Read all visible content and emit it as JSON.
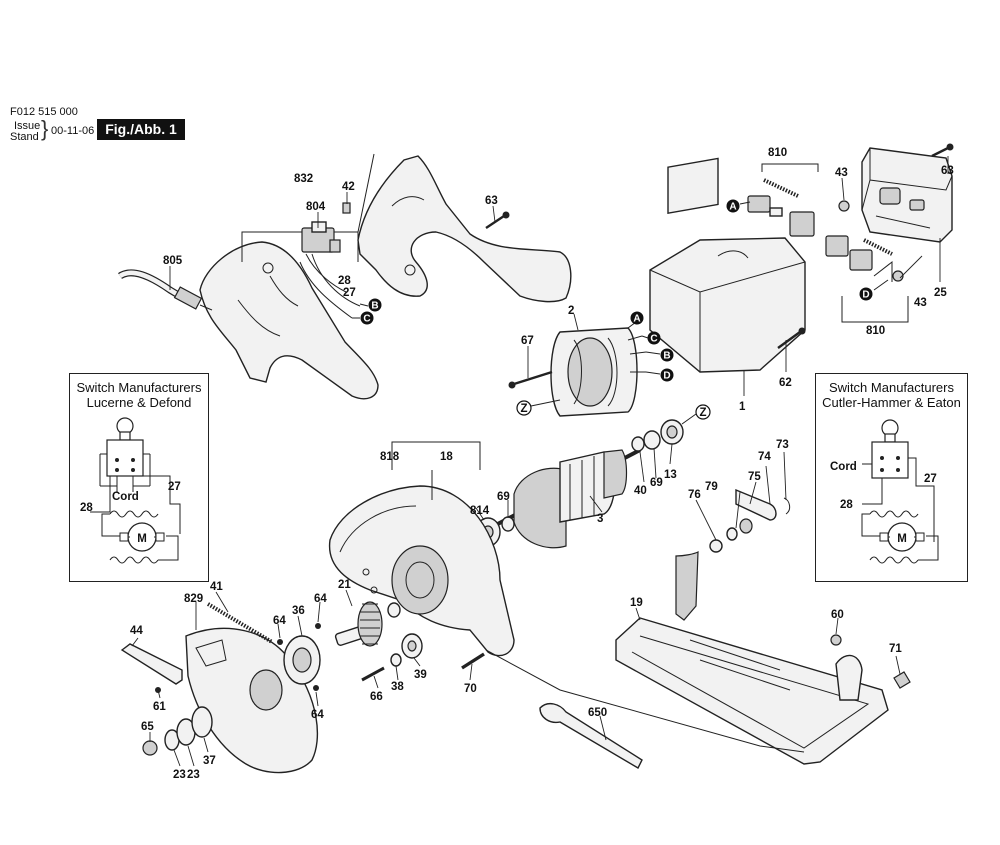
{
  "header": {
    "doc_number": "F012 515 000",
    "issue_label": "Issue",
    "stand_label": "Stand",
    "date": "00-11-06",
    "figure": "Fig./Abb. 1"
  },
  "switch_boxes": [
    {
      "title_line1": "Switch Manufacturers",
      "title_line2": "Lucerne & Defond",
      "cord": "Cord",
      "motor": "M",
      "lead_a": "28",
      "lead_b": "27"
    },
    {
      "title_line1": "Switch Manufacturers",
      "title_line2": "Cutler-Hammer & Eaton",
      "cord": "Cord",
      "motor": "M",
      "lead_a": "28",
      "lead_b": "27"
    }
  ],
  "connectors": [
    "A",
    "B",
    "C",
    "D",
    "Z"
  ],
  "part_labels": {
    "p832": "832",
    "p42": "42",
    "p804": "804",
    "p805": "805",
    "p28": "28",
    "p27": "27",
    "p63a": "63",
    "p810a": "810",
    "p43a": "43",
    "p63b": "63",
    "p43b": "43",
    "p25": "25",
    "p810b": "810",
    "p2": "2",
    "p67": "67",
    "p1": "1",
    "p62": "62",
    "p818": "818",
    "p18": "18",
    "p814": "814",
    "p69a": "69",
    "p3": "3",
    "p40": "40",
    "p69b": "69",
    "p13": "13",
    "p73": "73",
    "p74": "74",
    "p75": "75",
    "p79": "79",
    "p76": "76",
    "p41": "41",
    "p829": "829",
    "p36": "36",
    "p64a": "64",
    "p64b": "64",
    "p21": "21",
    "p44": "44",
    "p61": "61",
    "p64c": "64",
    "p66": "66",
    "p38": "38",
    "p39": "39",
    "p70": "70",
    "p19": "19",
    "p60": "60",
    "p71": "71",
    "p650": "650",
    "p65": "65",
    "p23a": "23",
    "p23b": "23",
    "p37": "37"
  }
}
